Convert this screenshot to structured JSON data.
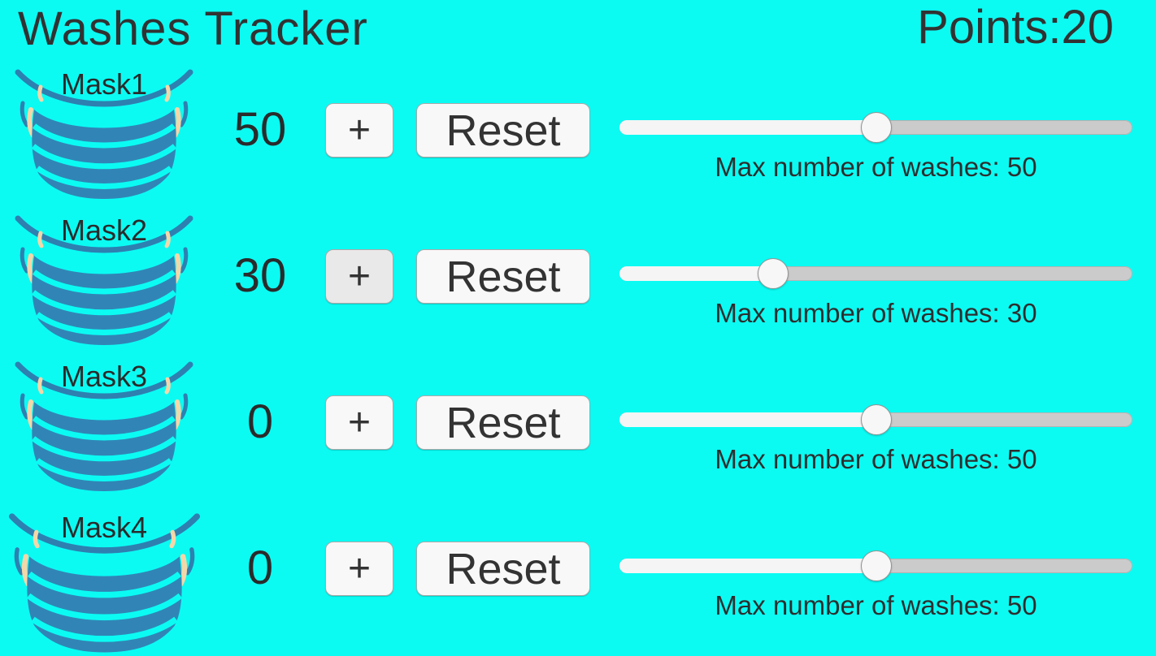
{
  "app": {
    "title": "Washes Tracker",
    "points_label": "Points:",
    "points_value": "20"
  },
  "colors": {
    "background": "#0bfbf3",
    "mask_blue": "#3185b6",
    "mask_strap_blue": "#2e80b1",
    "mask_skin_peach": "#f4d7a9",
    "text_dark": "#323232",
    "button_bg": "#f8f8f8",
    "slider_track": "#cbcbcb",
    "slider_fill": "#f5f5f5"
  },
  "rows": [
    {
      "name": "Mask1",
      "count": "50",
      "plus_label": "+",
      "plus_pressed": false,
      "reset_label": "Reset",
      "slider_percent": 50,
      "max_label": "Max number of washes: 50"
    },
    {
      "name": "Mask2",
      "count": "30",
      "plus_label": "+",
      "plus_pressed": true,
      "reset_label": "Reset",
      "slider_percent": 30,
      "max_label": "Max number of washes: 30"
    },
    {
      "name": "Mask3",
      "count": "0",
      "plus_label": "+",
      "plus_pressed": false,
      "reset_label": "Reset",
      "slider_percent": 50,
      "max_label": "Max number of washes: 50"
    },
    {
      "name": "Mask4",
      "count": "0",
      "plus_label": "+",
      "plus_pressed": false,
      "reset_label": "Reset",
      "slider_percent": 50,
      "max_label": "Max number of washes: 50"
    }
  ]
}
